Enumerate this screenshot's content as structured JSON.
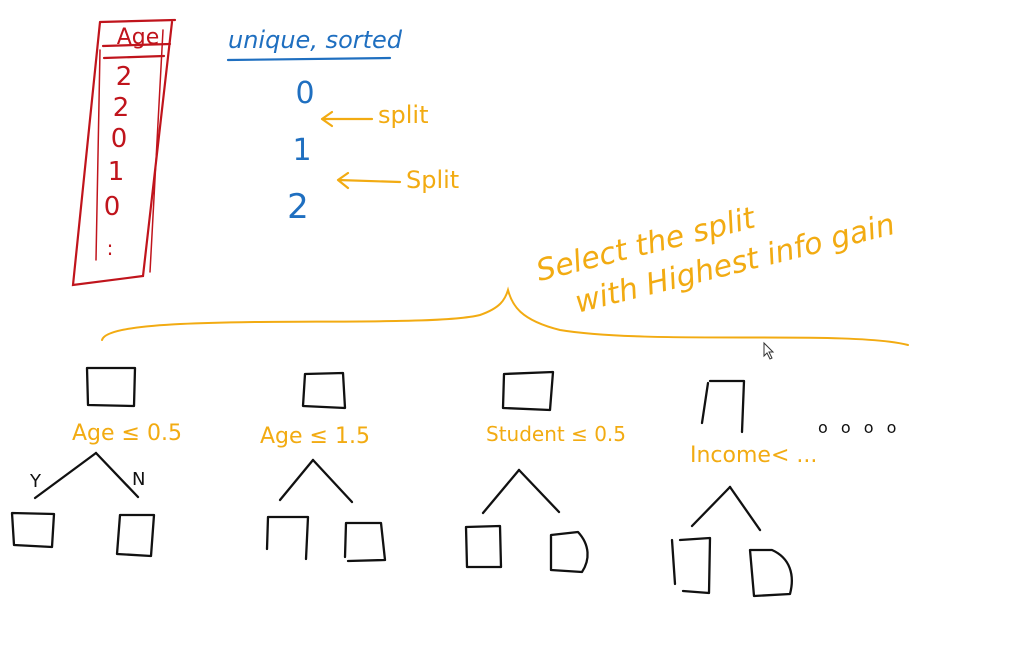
{
  "colors": {
    "red": "#c0141c",
    "blue": "#1f6fc0",
    "orange": "#f2ab12",
    "black": "#111111"
  },
  "age_column": {
    "header": "Age",
    "values": [
      "2",
      "2",
      "0",
      "1",
      "0",
      ":"
    ]
  },
  "unique_list": {
    "title": "unique, sorted",
    "values": [
      "0",
      "1",
      "2"
    ]
  },
  "split_labels": [
    "split",
    "Split"
  ],
  "note": {
    "line1": "Select the split",
    "line2": "with Highest info gain"
  },
  "trees": [
    {
      "condition": "Age ≤ 0.5",
      "yes": "Y",
      "no": "N"
    },
    {
      "condition": "Age ≤ 1.5"
    },
    {
      "condition": "Student ≤ 0.5"
    },
    {
      "condition": "Income< ..."
    }
  ],
  "ellipsis": "o o o o"
}
